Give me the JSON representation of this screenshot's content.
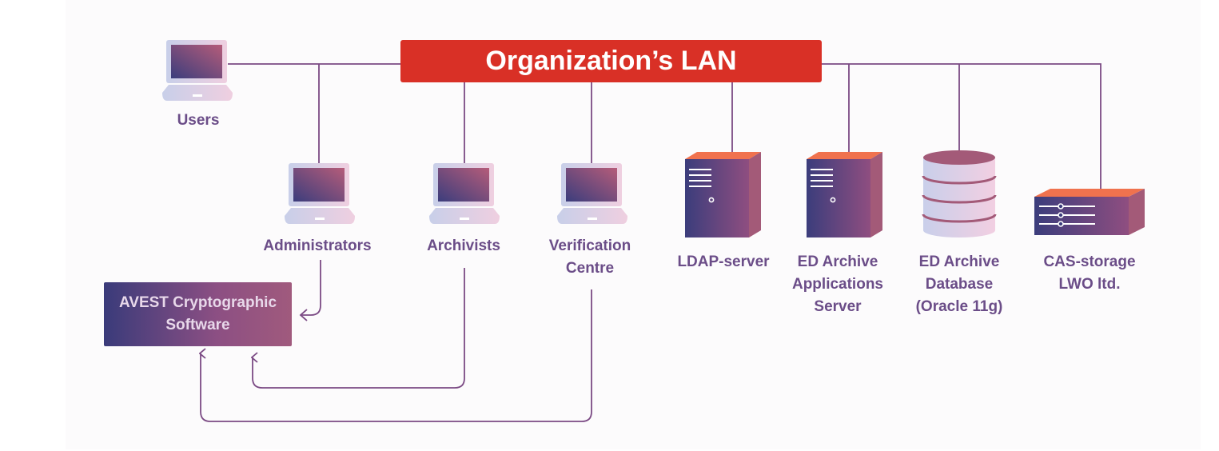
{
  "lan": {
    "label": "Organization’s LAN"
  },
  "avest": {
    "label": "AVEST Cryptographic\nSoftware"
  },
  "nodes": {
    "users": "Users",
    "administrators": "Administrators",
    "archivists": "Archivists",
    "verification": "Verification\nCentre",
    "ldap": "LDAP-server",
    "app_server": "ED Archive\nApplications\nServer",
    "database": "ED Archive\nDatabase\n(Oracle 11g)",
    "cas": "CAS-storage\nLWO ltd."
  },
  "colors": {
    "lan_red": "#d93026",
    "connector": "#7b4a84",
    "label_purple": "#6b4d88",
    "server_top": "#f0724e",
    "server_body": "#a35a78",
    "server_dark": "#3b3d7c"
  },
  "icons": [
    "laptop-icon",
    "server-icon",
    "database-icon",
    "storage-icon"
  ]
}
